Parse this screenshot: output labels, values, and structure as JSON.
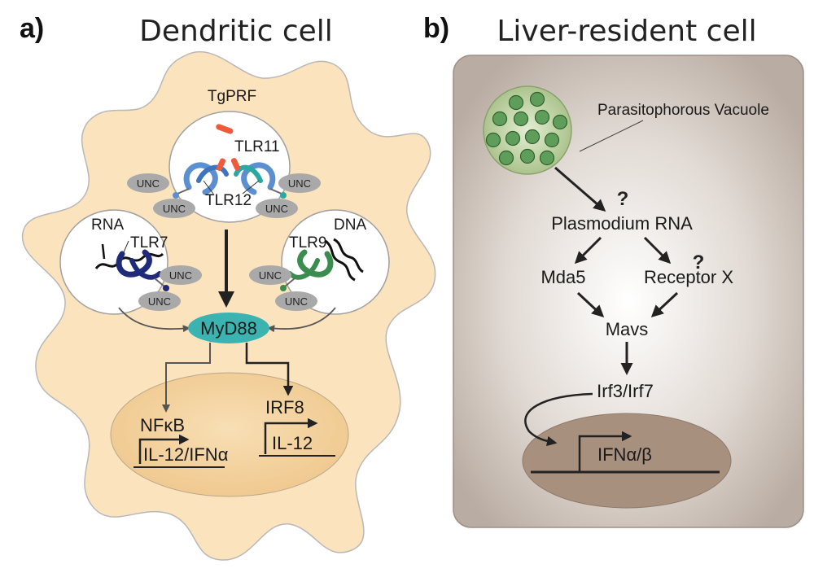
{
  "panel_a": {
    "letter": "a)",
    "title": "Dendritic cell",
    "tgprf": "TgPRF",
    "tlr11": "TLR11",
    "tlr12": "TLR12",
    "tlr7": "TLR7",
    "tlr9": "TLR9",
    "rna": "RNA",
    "dna": "DNA",
    "unc": "UNC",
    "myd88": "MyD88",
    "nfkb": "NFκB",
    "irf8": "IRF8",
    "il12_ifna": "IL-12/IFNα",
    "il12": "IL-12"
  },
  "panel_b": {
    "letter": "b)",
    "title": "Liver-resident cell",
    "vacuole": "Parasitophorous Vacuole",
    "plasmodium_rna": "Plasmodium RNA",
    "mda5": "Mda5",
    "receptor_x": "Receptor X",
    "question_mark": "?",
    "mavs": "Mavs",
    "irf3_irf7": "Irf3/Irf7",
    "ifn": "IFNα/β"
  },
  "colors": {
    "cell_fill": "#fbe3bd",
    "nucleus_a": "#f3cf97",
    "myd88": "#3bb3b0",
    "tlr12_blue": "#5b8fd0",
    "tlr11_teal": "#2aa9a2",
    "tlr7_navy": "#1f2a7a",
    "tlr9_green": "#3a8c4f",
    "tgprf_red": "#ef5a3b",
    "unc_gray": "#a9a9a9",
    "panel_b_bg": "#c9bdb4",
    "nucleus_b": "#a8907e",
    "vacuole_green": "#5f9e5a"
  }
}
